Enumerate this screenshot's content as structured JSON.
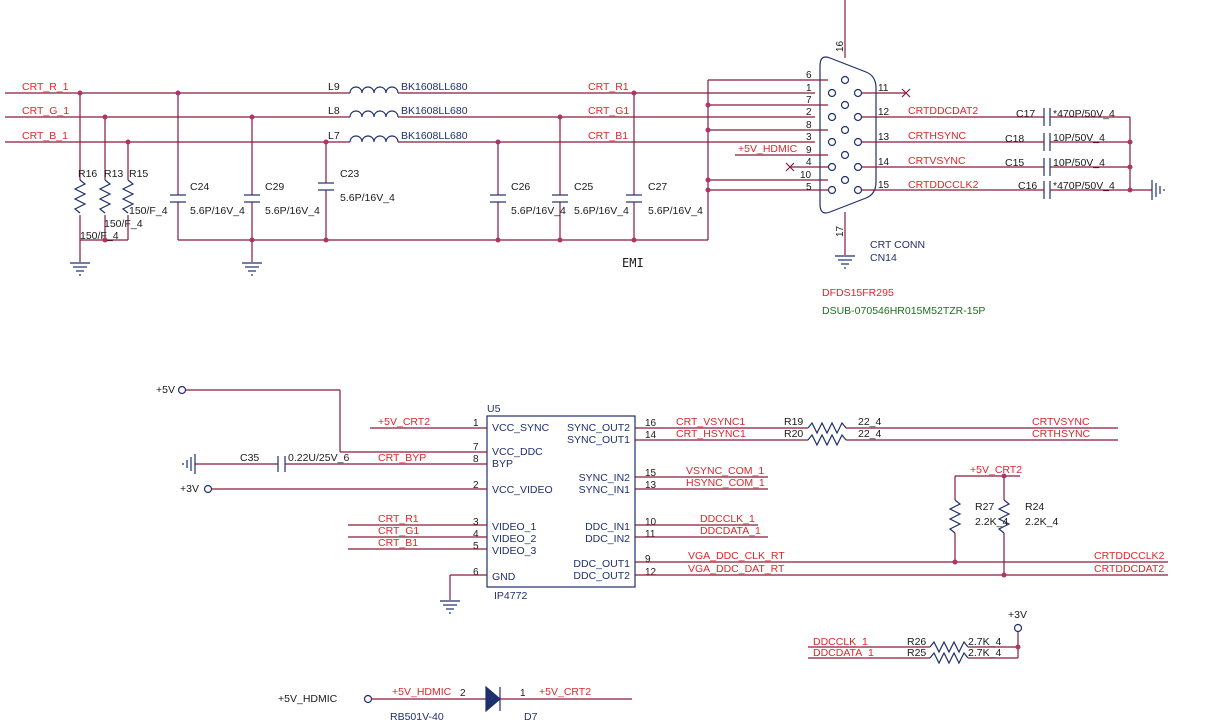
{
  "crt_section": {
    "inputs": [
      "CRT_R_1",
      "CRT_G_1",
      "CRT_B_1"
    ],
    "outputs": [
      "CRT_R1",
      "CRT_G1",
      "CRT_B1"
    ],
    "inductors": [
      {
        "ref": "L9",
        "part": "BK1608LL680"
      },
      {
        "ref": "L8",
        "part": "BK1608LL680"
      },
      {
        "ref": "L7",
        "part": "BK1608LL680"
      }
    ],
    "resistors": [
      {
        "ref": "R16",
        "value": "150/F_4"
      },
      {
        "ref": "R13",
        "value": "150/F_4"
      },
      {
        "ref": "R15",
        "value": "150/F_4"
      }
    ],
    "caps": [
      {
        "ref": "C24",
        "value": "5.6P/16V_4"
      },
      {
        "ref": "C29",
        "value": "5.6P/16V_4"
      },
      {
        "ref": "C23",
        "value": "5.6P/16V_4"
      },
      {
        "ref": "C26",
        "value": "5.6P/16V_4"
      },
      {
        "ref": "C25",
        "value": "5.6P/16V_4"
      },
      {
        "ref": "C27",
        "value": "5.6P/16V_4"
      }
    ],
    "emi_label": "EMI"
  },
  "connector": {
    "left_pins": [
      "6",
      "1",
      "7",
      "2",
      "8",
      "3",
      "9",
      "4",
      "10",
      "5"
    ],
    "right_pins": [
      "11",
      "12",
      "13",
      "14",
      "15"
    ],
    "top_pin": "16",
    "bottom_pin": "17",
    "power_net": "+5V_HDMIC",
    "nets": [
      "CRTDDCDAT2",
      "CRTHSYNC",
      "CRTVSYNC",
      "CRTDDCCLK2"
    ],
    "caps": [
      {
        "ref": "C17",
        "value": "*470P/50V_4"
      },
      {
        "ref": "C18",
        "value": "10P/50V_4"
      },
      {
        "ref": "C15",
        "value": "10P/50V_4"
      },
      {
        "ref": "C16",
        "value": "*470P/50V_4"
      }
    ],
    "name": "CRT CONN",
    "ref": "CN14",
    "part1": "DFDS15FR295",
    "part2": "DSUB-070546HR015M52TZR-15P"
  },
  "ic": {
    "ref": "U5",
    "part": "IP4772",
    "left_pins": [
      {
        "num": "1",
        "name": "VCC_SYNC"
      },
      {
        "num": "7",
        "name": "VCC_DDC"
      },
      {
        "num": "8",
        "name": "BYP"
      },
      {
        "num": "2",
        "name": "VCC_VIDEO"
      },
      {
        "num": "3",
        "name": "VIDEO_1"
      },
      {
        "num": "4",
        "name": "VIDEO_2"
      },
      {
        "num": "5",
        "name": "VIDEO_3"
      },
      {
        "num": "6",
        "name": "GND"
      }
    ],
    "right_pins": [
      {
        "num": "16",
        "name": "SYNC_OUT2"
      },
      {
        "num": "14",
        "name": "SYNC_OUT1"
      },
      {
        "num": "15",
        "name": "SYNC_IN2"
      },
      {
        "num": "13",
        "name": "SYNC_IN1"
      },
      {
        "num": "10",
        "name": "DDC_IN1"
      },
      {
        "num": "11",
        "name": "DDC_IN2"
      },
      {
        "num": "9",
        "name": "DDC_OUT1"
      },
      {
        "num": "12",
        "name": "DDC_OUT2"
      }
    ],
    "rails": {
      "p5v": "+5V",
      "p3v": "+3V",
      "p5v_crt2": "+5V_CRT2"
    },
    "byp_cap": {
      "ref": "C35",
      "value": "0.22U/25V_6",
      "net": "CRT_BYP"
    },
    "left_nets": [
      "CRT_R1",
      "CRT_G1",
      "CRT_B1"
    ],
    "right_nets": [
      "CRT_VSYNC1",
      "CRT_HSYNC1",
      "VSYNC_COM_1",
      "HSYNC_COM_1",
      "DDCCLK_1",
      "DDCDATA_1",
      "VGA_DDC_CLK_RT",
      "VGA_DDC_DAT_RT"
    ],
    "series_res": [
      {
        "ref": "R19",
        "value": "22_4"
      },
      {
        "ref": "R20",
        "value": "22_4"
      }
    ],
    "out_nets": [
      "CRTVSYNC",
      "CRTHSYNC",
      "CRTDDCCLK2",
      "CRTDDCDAT2"
    ],
    "pullups": [
      {
        "ref": "R27",
        "value": "2.2K_4"
      },
      {
        "ref": "R24",
        "value": "2.2K_4"
      }
    ]
  },
  "ddc_pullups": {
    "rail": "+3V",
    "nets": [
      "DDCCLK_1",
      "DDCDATA_1"
    ],
    "res": [
      {
        "ref": "R26",
        "value": "2.7K_4"
      },
      {
        "ref": "R25",
        "value": "2.7K_4"
      }
    ]
  },
  "diode": {
    "ref": "D7",
    "part": "RB501V-40",
    "pin_a": "2",
    "pin_k": "1",
    "in_net": "+5V_HDMIC",
    "in_label": "+5V_HDMIC",
    "out_net": "+5V_CRT2"
  }
}
